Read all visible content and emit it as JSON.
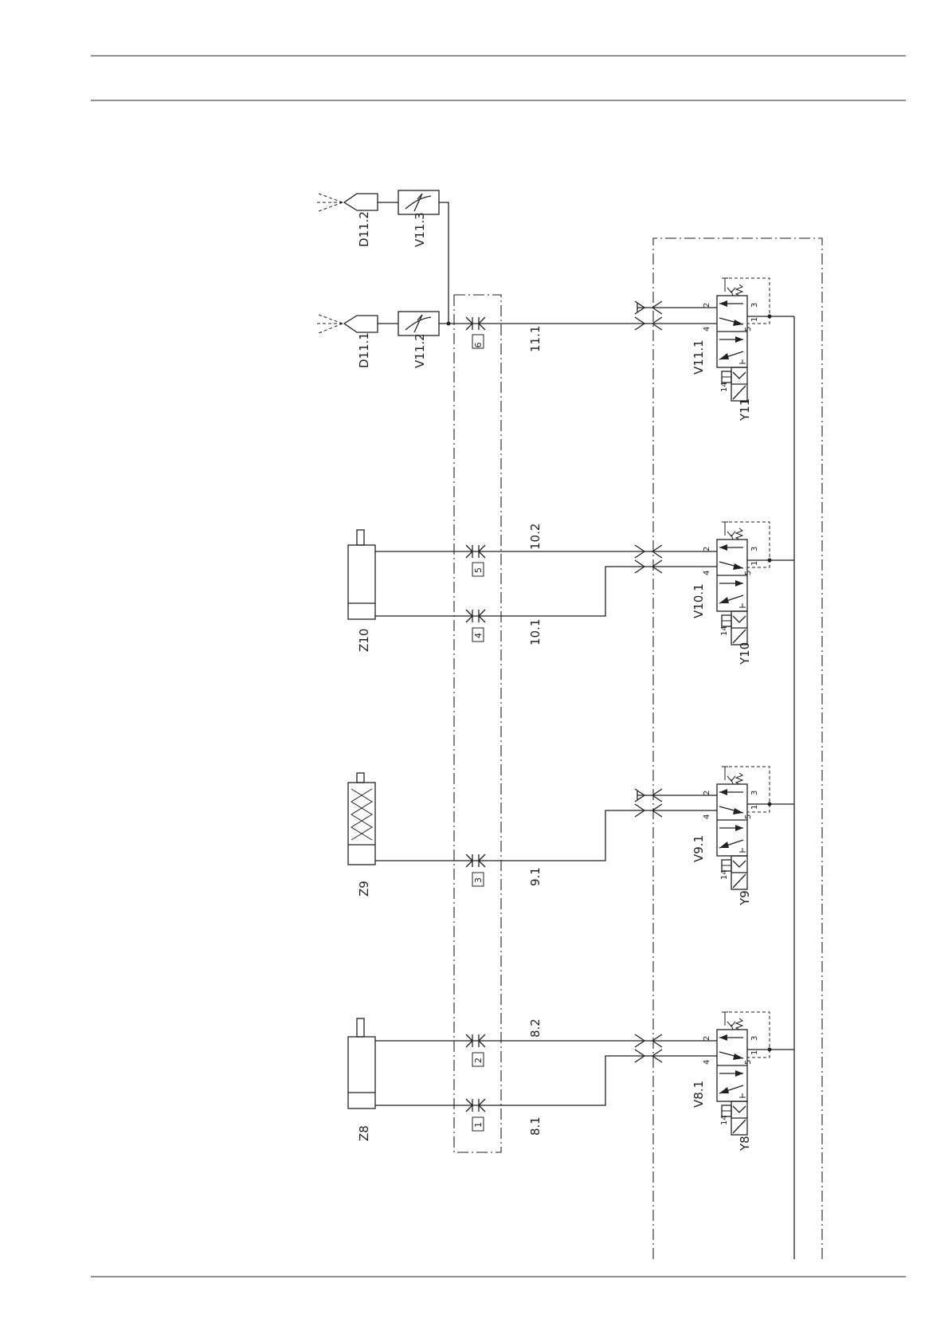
{
  "components": {
    "d11_1": "D11.1",
    "d11_2": "D11.2",
    "v11_2": "V11.2",
    "v11_3": "V11.3",
    "z10": "Z10",
    "z9": "Z9",
    "z8": "Z8",
    "v11_1": "V11.1",
    "y11": "Y11",
    "v10_1": "V10.1",
    "y10": "Y10",
    "v9_1": "V9.1",
    "y9": "Y9",
    "v8_1": "V8.1",
    "y8": "Y8"
  },
  "lines": {
    "l11_1": "11.1",
    "l10_2": "10.2",
    "l10_1": "10.1",
    "l9_1": "9.1",
    "l8_2": "8.2",
    "l8_1": "8.1"
  },
  "terminals": {
    "t1": "1",
    "t2": "2",
    "t3": "3",
    "t4": "4",
    "t5": "5",
    "t6": "6"
  },
  "ports": {
    "p2": "2",
    "p4": "4",
    "p3": "3",
    "p5": "5",
    "p1": "1",
    "p14": "14"
  }
}
